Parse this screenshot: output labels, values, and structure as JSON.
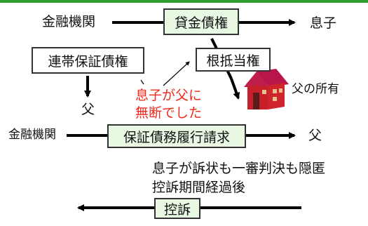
{
  "top_row": {
    "lender": "金融機関",
    "claim": "貸金債権",
    "borrower": "息子"
  },
  "left_branch": {
    "guarantee_claim": "連帯保証債権",
    "guarantor": "父"
  },
  "right_branch": {
    "mortgage": "根抵当権",
    "owner_caption": "父の所有"
  },
  "note": {
    "line1": "息子が父に",
    "line2": "無断でした"
  },
  "middle_row": {
    "lender": "金融機関",
    "demand": "保証債務履行請求",
    "target": "父"
  },
  "event": {
    "line1": "息子が訴状も一審判決も隠匿",
    "line2": "控訴期間経過後"
  },
  "bottom_row": {
    "appeal": "控訴"
  },
  "colors": {
    "accent_green": "#2f9e2f",
    "box_fill": "#e8f8e3",
    "note_red": "#ee2a1b",
    "house_red": "#c8202a",
    "roof_magenta": "#a0184c"
  }
}
